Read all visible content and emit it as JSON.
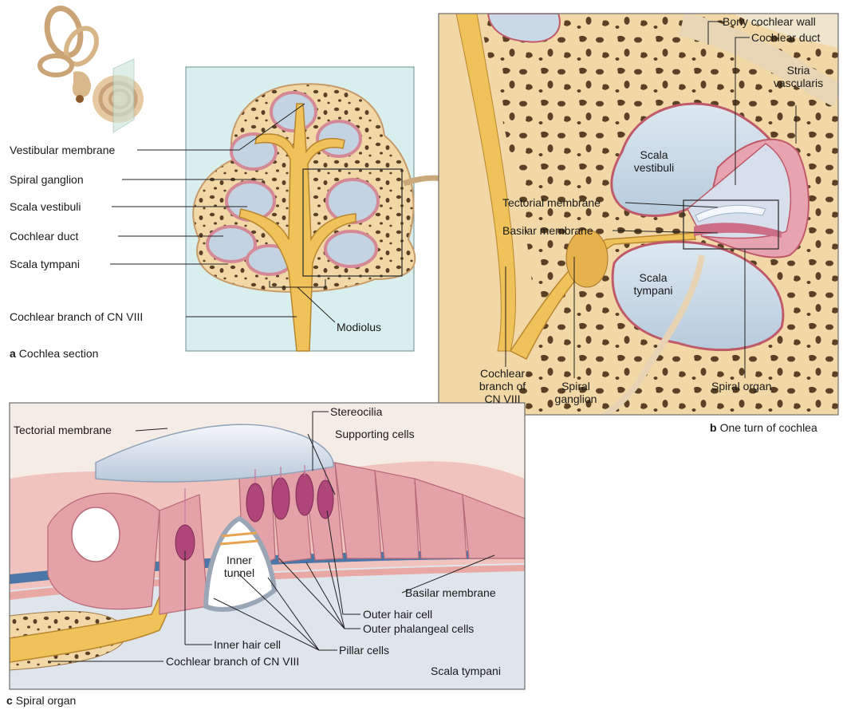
{
  "colors": {
    "bone": "#f2d8a6",
    "bone_pores": "#5a4024",
    "nerve": "#f0c25a",
    "nerve_dark": "#b8862e",
    "fluid": "#c9d9e6",
    "membrane_pink": "#e8a3b0",
    "tissue_pink": "#d98a96",
    "hair_cell": "#b0457a",
    "panel_a_bg": "#d9efee",
    "tectorial": "#dde6f0",
    "basilar_blue": "#4a76a8"
  },
  "panel_a": {
    "caption_letter": "a",
    "caption": "Cochlea section",
    "labels": {
      "vestibular_membrane": "Vestibular membrane",
      "spiral_ganglion": "Spiral ganglion",
      "scala_vestibuli": "Scala vestibuli",
      "cochlear_duct": "Cochlear duct",
      "scala_tympani": "Scala tympani",
      "cochlear_branch": "Cochlear branch of CN VIII",
      "modiolus": "Modiolus"
    }
  },
  "panel_b": {
    "caption_letter": "b",
    "caption": "One turn of cochlea",
    "labels": {
      "bony_cochlear_wall": "Bony cochlear wall",
      "cochlear_duct": "Cochlear duct",
      "stria_vascularis_1": "Stria",
      "stria_vascularis_2": "vascularis",
      "scala_vestibuli_1": "Scala",
      "scala_vestibuli_2": "vestibuli",
      "tectorial_membrane": "Tectorial membrane",
      "basilar_membrane": "Basilar membrane",
      "scala_tympani_1": "Scala",
      "scala_tympani_2": "tympani",
      "cochlear_branch_1": "Cochlear",
      "cochlear_branch_2": "branch of",
      "cochlear_branch_3": "CN VIII",
      "spiral_ganglion_1": "Spiral",
      "spiral_ganglion_2": "ganglion",
      "spiral_organ": "Spiral organ"
    }
  },
  "panel_c": {
    "caption_letter": "c",
    "caption": "Spiral organ",
    "labels": {
      "tectorial_membrane": "Tectorial membrane",
      "stereocilia": "Stereocilia",
      "supporting_cells": "Supporting cells",
      "inner_tunnel_1": "Inner",
      "inner_tunnel_2": "tunnel",
      "basilar_membrane": "Basilar membrane",
      "outer_hair_cell": "Outer hair cell",
      "outer_phalangeal_cells": "Outer phalangeal cells",
      "inner_hair_cell": "Inner hair cell",
      "pillar_cells": "Pillar cells",
      "cochlear_branch": "Cochlear branch of CN VIII",
      "scala_tympani": "Scala tympani"
    }
  }
}
